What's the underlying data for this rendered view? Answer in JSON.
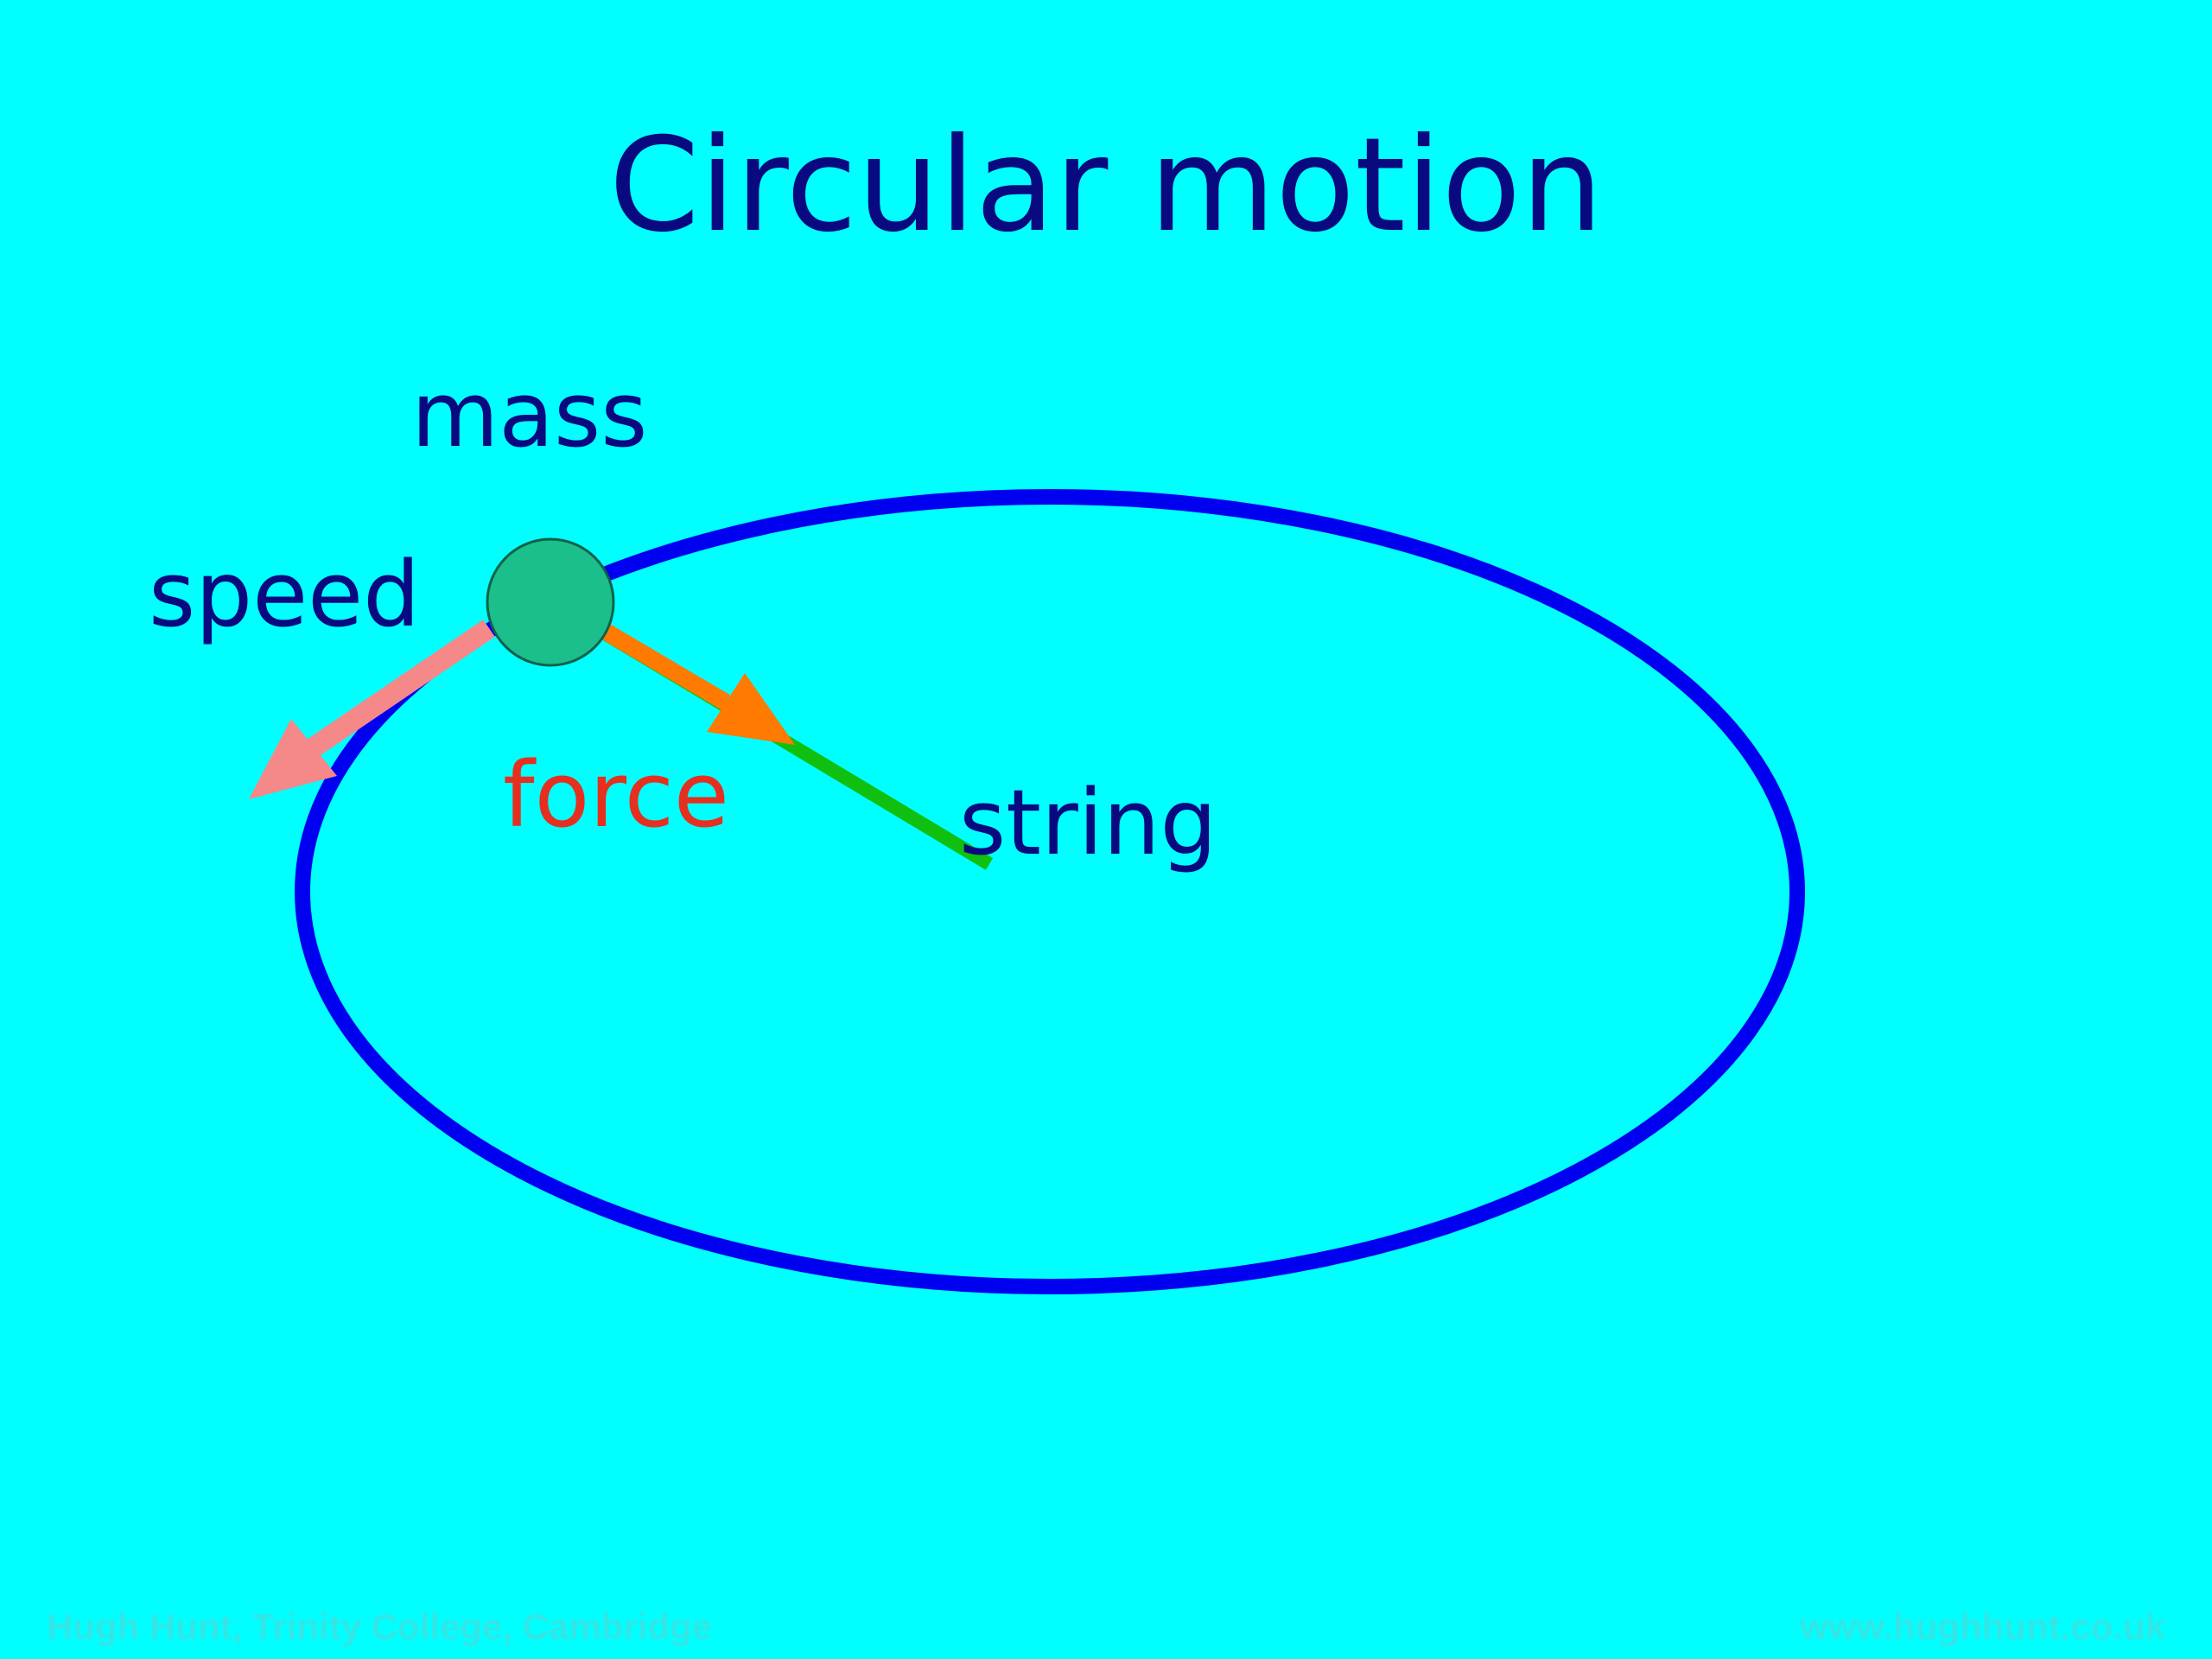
{
  "slide": {
    "title": "Circular motion",
    "footer_left": "Hugh Hunt, Trinity College, Cambridge",
    "footer_right": "www.hughhunt.co.uk"
  },
  "labels": {
    "mass": "mass",
    "speed": "speed",
    "force": "force",
    "string": "string"
  },
  "colors": {
    "background": "#00FFFF",
    "title_text": "#0A0A80",
    "label_text": "#0A0A80",
    "force_text": "#E53020",
    "orbit": "#0000F0",
    "mass_fill": "#1ABF8C",
    "mass_stroke": "#10604A",
    "string": "#10C010",
    "force_arrow": "#FF7A00",
    "speed_arrow": "#F58888",
    "footer_text": "#33E6E6"
  }
}
